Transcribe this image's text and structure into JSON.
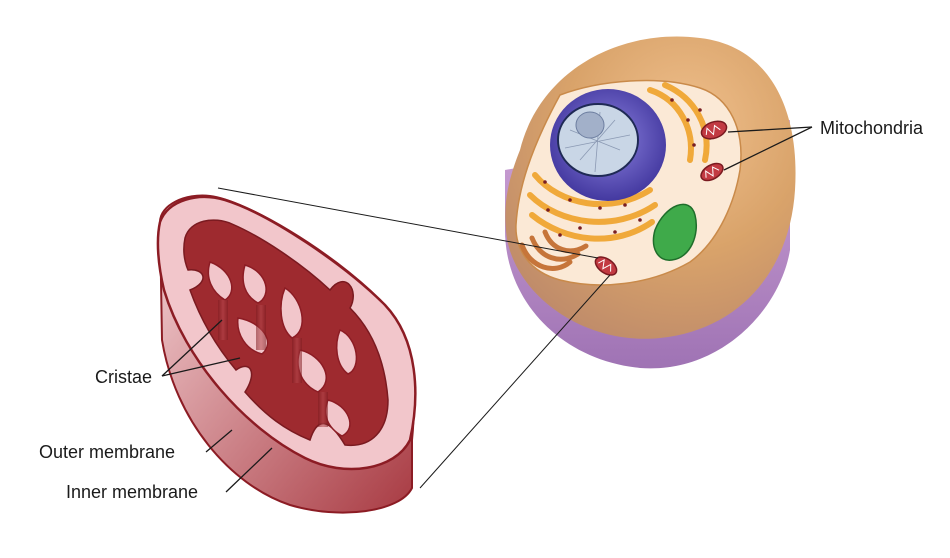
{
  "labels": {
    "mitochondria": "Mitochondria",
    "cristae": "Cristae",
    "outer_membrane": "Outer membrane",
    "inner_membrane": "Inner membrane"
  },
  "colors": {
    "mito_outer": "#8c1c24",
    "mito_inner_fill": "#f2c6cb",
    "mito_matrix": "#9e2a2f",
    "cell_body": "#d9a36a",
    "cell_base": "#b98ac4",
    "nucleus": "#5a4fb5",
    "er": "#f0a93a",
    "chloroplast_like": "#3faa4a"
  }
}
